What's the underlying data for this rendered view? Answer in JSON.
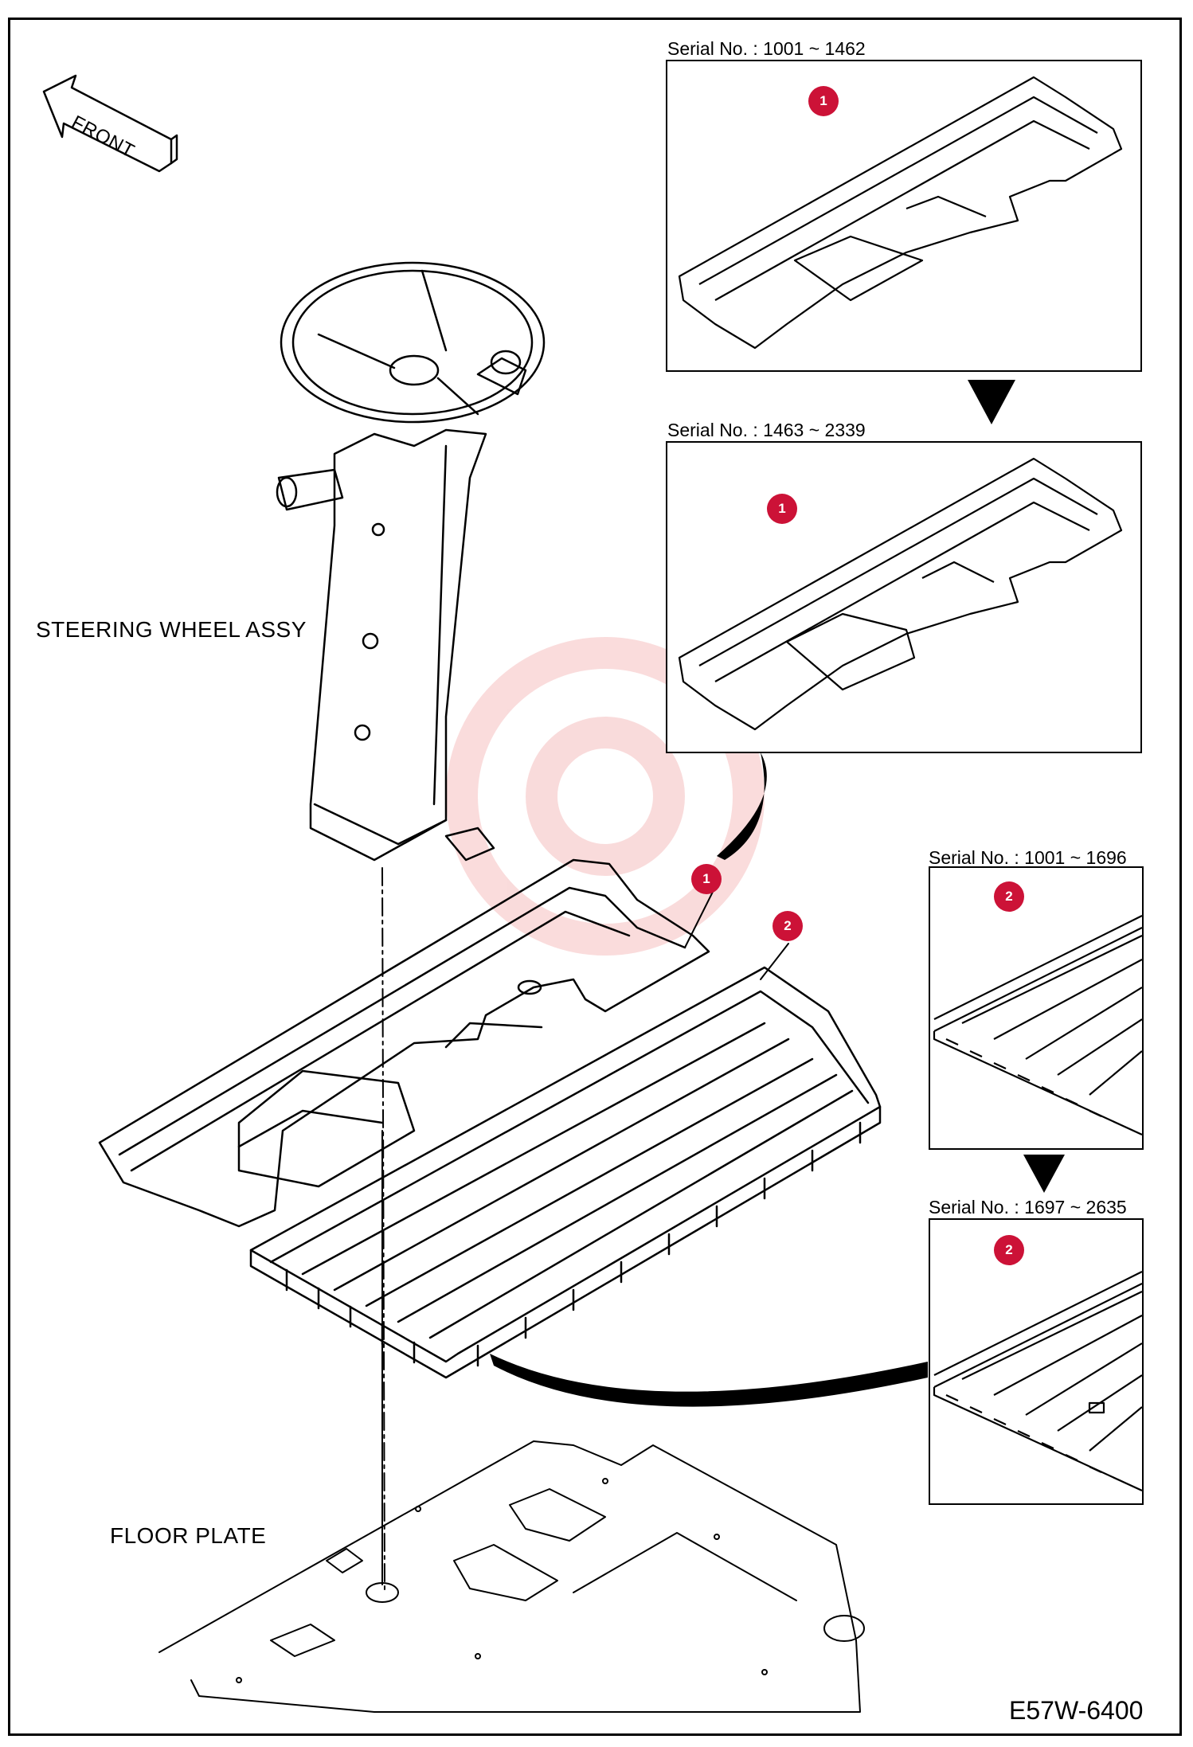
{
  "labels": {
    "steering": "STEERING WHEEL ASSY",
    "floor": "FLOOR PLATE",
    "front": "FRONT",
    "code": "E57W-6400"
  },
  "serials": {
    "s1": "Serial No. : 1001 ~ 1462",
    "s2": "Serial No. : 1463 ~ 2339",
    "s3": "Serial No. : 1001 ~ 1696",
    "s4": "Serial No. : 1697 ~ 2635"
  },
  "callouts": {
    "one": "1",
    "two": "2"
  },
  "colors": {
    "callout": "#cc1237",
    "line": "#000000",
    "watermark": "#f3b3b3"
  }
}
